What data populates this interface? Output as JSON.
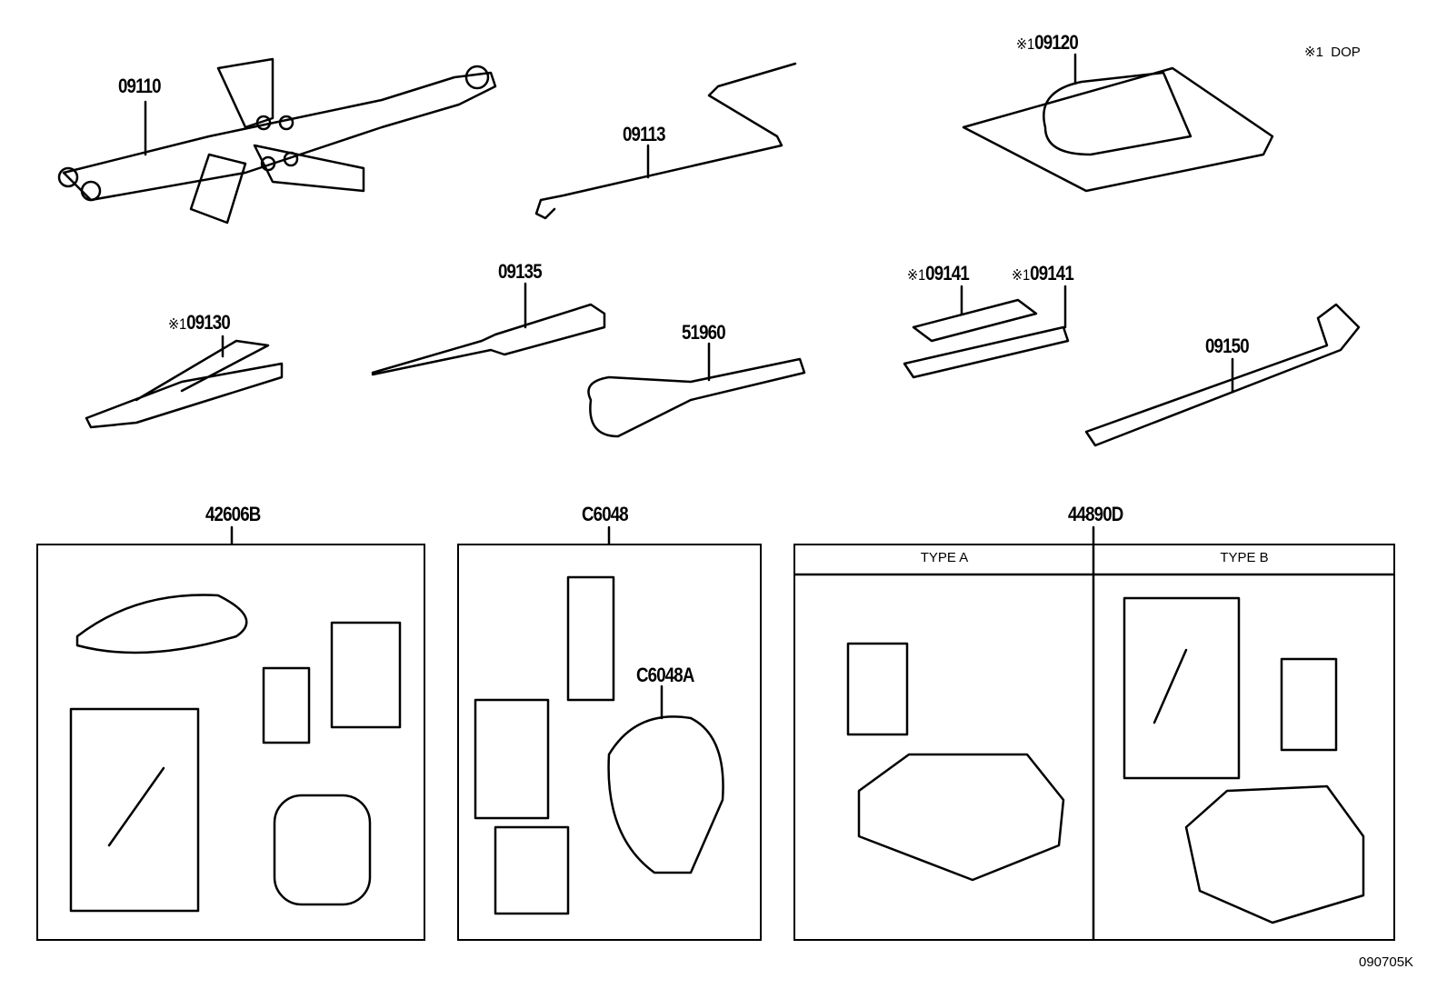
{
  "legend": {
    "mark": "※1",
    "text": "DOP"
  },
  "diagram_code": "090705K",
  "parts": [
    {
      "id": "09110",
      "mark": ""
    },
    {
      "id": "09113",
      "mark": ""
    },
    {
      "id": "09120",
      "mark": "※1"
    },
    {
      "id": "09130",
      "mark": "※1"
    },
    {
      "id": "09135",
      "mark": ""
    },
    {
      "id": "51960",
      "mark": ""
    },
    {
      "id": "09141",
      "mark": "※1"
    },
    {
      "id": "09141",
      "mark": "※1"
    },
    {
      "id": "09150",
      "mark": ""
    }
  ],
  "kits": [
    {
      "id": "42606B"
    },
    {
      "id": "C6048",
      "sub_part": "C6048A"
    },
    {
      "id": "44890D",
      "types": [
        "TYPE A",
        "TYPE B"
      ]
    }
  ]
}
